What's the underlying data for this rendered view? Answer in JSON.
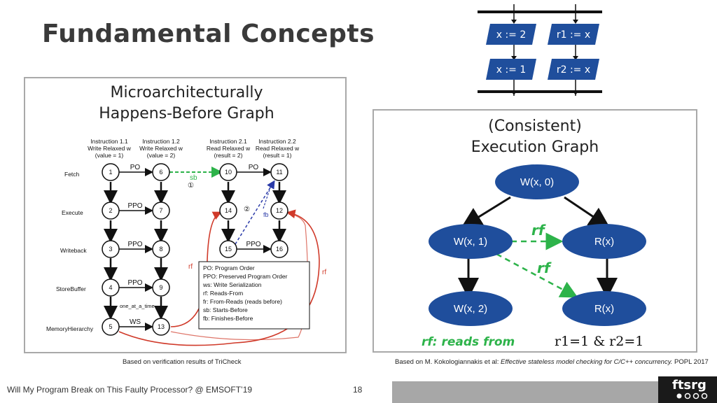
{
  "slide": {
    "title": "Fundamental Concepts",
    "footer": "Will My Program Break on This Faulty Processor? @ EMSOFT’19",
    "page_number": "18",
    "logo": "ftsrg"
  },
  "code_box": {
    "thread1": [
      "x := 2",
      "x := 1"
    ],
    "thread2": [
      "r1 := x",
      "r2 := x"
    ],
    "fill_color": "#1f4e9c"
  },
  "left_panel": {
    "title_line1": "Microarchitecturally",
    "title_line2": "Happens-Before Graph",
    "caption": "Based on verification results of TriCheck",
    "columns": [
      {
        "line1": "Instruction 1.1",
        "line2": "Write Relaxed w",
        "line3": "(value = 1)"
      },
      {
        "line1": "Instruction 1.2",
        "line2": "Write Relaxed w",
        "line3": "(value = 2)"
      },
      {
        "line1": "Instruction 2.1",
        "line2": "Read Relaxed w",
        "line3": "(result = 2)"
      },
      {
        "line1": "Instruction 2.2",
        "line2": "Read Relaxed w",
        "line3": "(result = 1)"
      }
    ],
    "stages": [
      "Fetch",
      "Execute",
      "Writeback",
      "StoreBuffer",
      "MemoryHierarchy"
    ],
    "nodes_col1": [
      "1",
      "2",
      "3",
      "4",
      "5"
    ],
    "nodes_col2": [
      "6",
      "7",
      "8",
      "9",
      "13"
    ],
    "nodes_col3": [
      "10",
      "14",
      "15"
    ],
    "nodes_col4": [
      "11",
      "12",
      "16"
    ],
    "edge_labels": {
      "po_top": "PO",
      "ppo1": "PPO",
      "ppo2": "PPO",
      "ppo3": "PPO",
      "ws": "WS",
      "po_right": "PO",
      "ppo_right": "PPO",
      "sb": "sb",
      "fb": "fb",
      "one_at_a_time": "one_at_a_time",
      "rf_left": "rf",
      "rf_right": "rf",
      "circ1": "①",
      "circ2": "②"
    },
    "legend": [
      "PO: Program Order",
      "PPO: Preserved Program Order",
      "ws: Write Serialization",
      "rf: Reads-From",
      "fr: From-Reads (reads before)",
      "sb: Starts-Before",
      "fb: Finishes-Before"
    ]
  },
  "right_panel": {
    "title_line1": "(Consistent)",
    "title_line2": "Execution Graph",
    "nodes": [
      "W(x, 0)",
      "W(x, 1)",
      "R(x)",
      "W(x, 2)",
      "R(x)"
    ],
    "rf_label_1": "rf",
    "rf_label_2": "rf",
    "rf_legend": "rf: reads from",
    "result": "r1=1 & r2=1",
    "caption_prefix": "Based on M. Kokologiannakis et al: ",
    "caption_italic": "Effective stateless model checking for C/C++ concurrency.",
    "caption_suffix": " POPL 2017",
    "node_color": "#1f4e9c",
    "rf_color": "#2db34a"
  }
}
